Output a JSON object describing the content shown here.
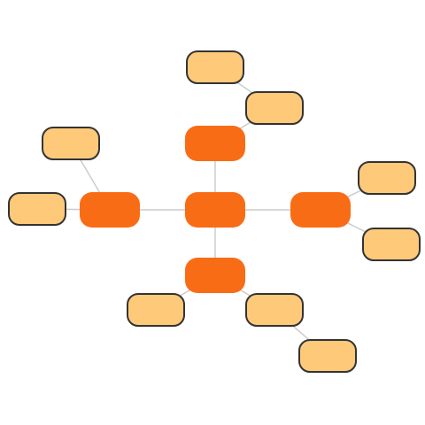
{
  "colors": {
    "primary_fill": "#f96c16",
    "leaf_fill": "#ffc97a",
    "leaf_border": "#333333",
    "connector": "#cccccc",
    "background": "#ffffff"
  },
  "diagram": {
    "type": "mind-map",
    "nodes": [
      {
        "id": "center",
        "kind": "primary",
        "label": ""
      },
      {
        "id": "top",
        "kind": "primary",
        "label": ""
      },
      {
        "id": "left",
        "kind": "primary",
        "label": ""
      },
      {
        "id": "right",
        "kind": "primary",
        "label": ""
      },
      {
        "id": "bottom",
        "kind": "primary",
        "label": ""
      },
      {
        "id": "top-leaf-1",
        "kind": "leaf",
        "label": ""
      },
      {
        "id": "top-leaf-2",
        "kind": "leaf",
        "label": ""
      },
      {
        "id": "left-leaf-1",
        "kind": "leaf",
        "label": ""
      },
      {
        "id": "left-leaf-2",
        "kind": "leaf",
        "label": ""
      },
      {
        "id": "right-leaf-1",
        "kind": "leaf",
        "label": ""
      },
      {
        "id": "right-leaf-2",
        "kind": "leaf",
        "label": ""
      },
      {
        "id": "bottom-leaf-1",
        "kind": "leaf",
        "label": ""
      },
      {
        "id": "bottom-leaf-2",
        "kind": "leaf",
        "label": ""
      },
      {
        "id": "bottom-leaf-3",
        "kind": "leaf",
        "label": ""
      }
    ],
    "edges": [
      [
        "center",
        "top"
      ],
      [
        "center",
        "left"
      ],
      [
        "center",
        "right"
      ],
      [
        "center",
        "bottom"
      ],
      [
        "top",
        "top-leaf-2"
      ],
      [
        "top-leaf-2",
        "top-leaf-1"
      ],
      [
        "left",
        "left-leaf-1"
      ],
      [
        "left",
        "left-leaf-2"
      ],
      [
        "right",
        "right-leaf-1"
      ],
      [
        "right",
        "right-leaf-2"
      ],
      [
        "bottom",
        "bottom-leaf-1"
      ],
      [
        "bottom",
        "bottom-leaf-2"
      ],
      [
        "bottom-leaf-2",
        "bottom-leaf-3"
      ]
    ]
  }
}
